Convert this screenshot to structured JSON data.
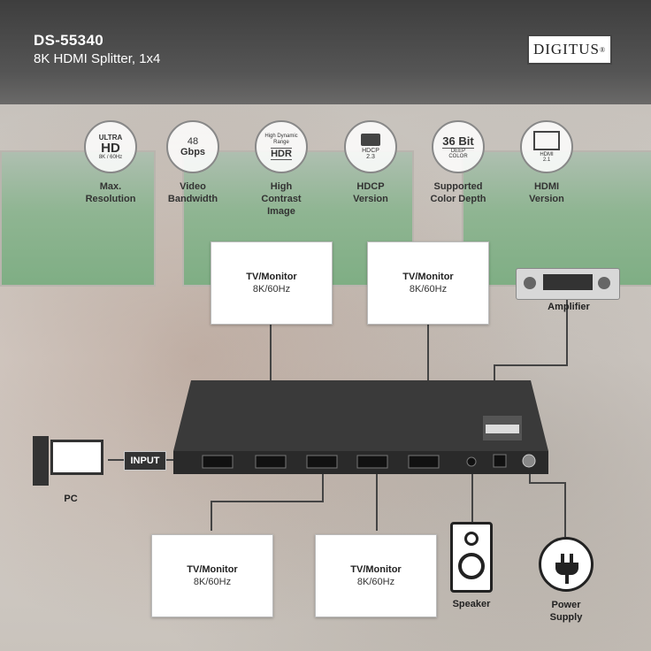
{
  "header": {
    "model": "DS-55340",
    "subtitle": "8K HDMI Splitter, 1x4",
    "brand": "DIGITUS"
  },
  "features": [
    {
      "icon_lines": [
        "ULTRA",
        "HD",
        "8K / 60Hz"
      ],
      "caption": "Max.\nResolution"
    },
    {
      "icon_lines": [
        "48",
        "Gbps"
      ],
      "caption": "Video\nBandwidth"
    },
    {
      "icon_lines": [
        "High Dynamic Range",
        "HDR"
      ],
      "caption": "High\nContrast\nImage"
    },
    {
      "icon_lines": [
        "HDCP",
        "2.3"
      ],
      "caption": "HDCP\nVersion"
    },
    {
      "icon_lines": [
        "36 Bit",
        "DEEP COLOR"
      ],
      "caption": "Supported\nColor Depth"
    },
    {
      "icon_lines": [
        "HDMI",
        "2.1"
      ],
      "caption": "HDMI\nVersion"
    }
  ],
  "monitors": [
    {
      "title": "TV/Monitor",
      "spec": "8K/60Hz"
    },
    {
      "title": "TV/Monitor",
      "spec": "8K/60Hz"
    },
    {
      "title": "TV/Monitor",
      "spec": "8K/60Hz"
    },
    {
      "title": "TV/Monitor",
      "spec": "8K/60Hz"
    }
  ],
  "labels": {
    "amplifier": "Amplifier",
    "input": "INPUT",
    "pc": "PC",
    "speaker": "Speaker",
    "power_supply": "Power\nSupply"
  },
  "colors": {
    "header_bg": "#444444",
    "input_badge": "#333333"
  }
}
